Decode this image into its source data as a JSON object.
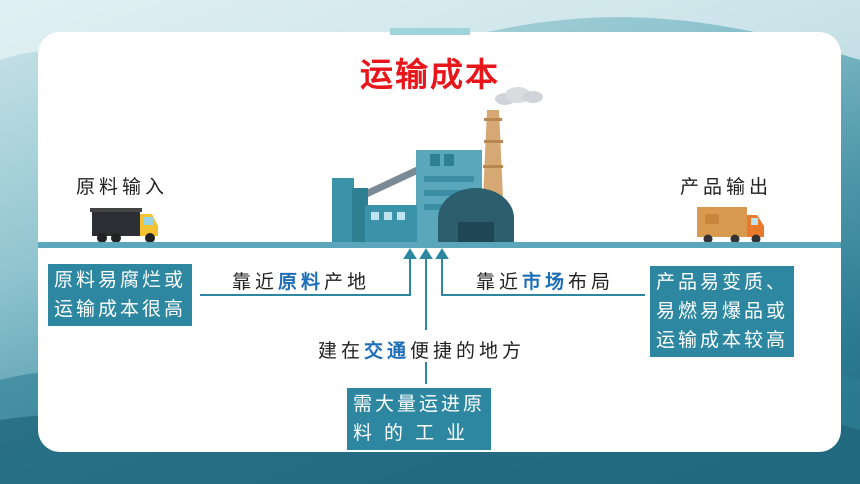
{
  "title": "运输成本",
  "left_label": "原料输入",
  "right_label": "产品输出",
  "left_box": {
    "line1": "原料易腐烂或",
    "line2": "运输成本很高"
  },
  "right_box": {
    "line1": "产品易变质、",
    "line2": "易燃易爆品或",
    "line3": "运输成本较高"
  },
  "bottom_box": {
    "line1": "需大量运进原",
    "line2": "料 的 工 业"
  },
  "center_left_text": {
    "pre": "靠近",
    "highlight": "原料",
    "post": "产地"
  },
  "center_right_text": {
    "pre": "靠近",
    "highlight": "市场",
    "post": "布局"
  },
  "center_bottom_text": {
    "pre": "建在",
    "highlight": "交通",
    "post": "便捷的地方"
  },
  "colors": {
    "title": "#e8161b",
    "box": "#2d87a0",
    "highlight": "#1f6fb8",
    "connector": "#2d87a0"
  }
}
